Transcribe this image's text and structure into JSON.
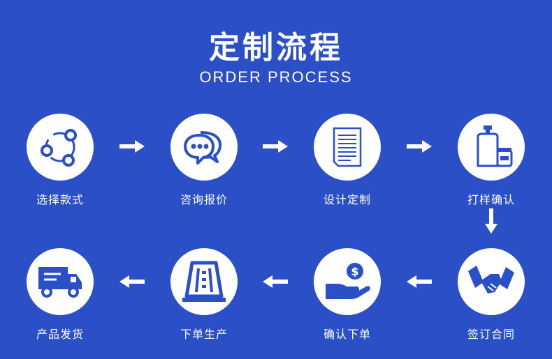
{
  "header": {
    "title": "定制流程",
    "subtitle": "ORDER PROCESS"
  },
  "steps": [
    {
      "label": "选择款式",
      "icon": "cycle-nodes-icon"
    },
    {
      "label": "咨询报价",
      "icon": "chat-bubbles-icon"
    },
    {
      "label": "设计定制",
      "icon": "document-icon"
    },
    {
      "label": "打样确认",
      "icon": "cosmetic-bottles-icon"
    },
    {
      "label": "签订合同",
      "icon": "handshake-icon"
    },
    {
      "label": "确认下单",
      "icon": "hand-dollar-icon"
    },
    {
      "label": "下单生产",
      "icon": "factory-tower-icon"
    },
    {
      "label": "产品发货",
      "icon": "delivery-truck-icon"
    }
  ],
  "colors": {
    "background": "#2a4fc6",
    "icon_fill": "#2a4fc6",
    "circle": "#ffffff",
    "text": "#ffffff"
  }
}
